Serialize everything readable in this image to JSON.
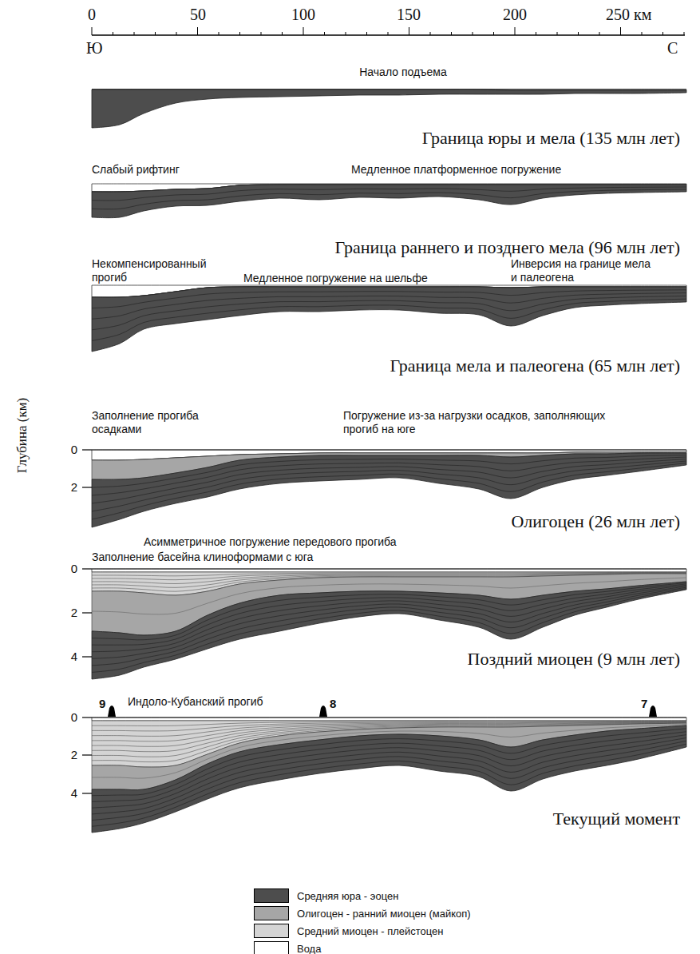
{
  "diagram": {
    "labels": [
      "0",
      "50",
      "100",
      "150",
      "200",
      "250 км",
      "Ю",
      "С",
      "Глубина (км)",
      "Начало подъема",
      "Граница юры и мела (135 млн лет)",
      "Слабый рифтинг",
      "Медленное платформенное погружение",
      "Граница раннего и позднего мела (96 млн лет)",
      "Некомпенсированный прогиб",
      "Медленное погружение на шельфе",
      "Инверсия на границе мела и палеогена",
      "Граница мела и палеогена (65 млн лет)",
      "Заполнение прогиба осадками",
      "Погружение из-за нагрузки осадков, заполняющих прогиб на юге",
      "0",
      "2",
      "Олигоцен (26 млн лет)",
      "Асимметричное погружение передового прогиба",
      "Заполнение басейна клиноформами с юга",
      "0",
      "2",
      "4",
      "Поздний миоцен (9 млн лет)",
      "9",
      "Индоло-Кубанский прогиб",
      "8",
      "7",
      "0",
      "2",
      "4",
      "Текущий момент"
    ],
    "legend": [
      {
        "text": "Средняя юра - эоцен",
        "color": "#4d4d4d"
      },
      {
        "text": "Олигоцен - ранний миоцен (майкоп)",
        "color": "#a6a6a6"
      },
      {
        "text": "Средний миоцен - плейстоцен",
        "color": "#d4d4d4"
      },
      {
        "text": "Вода",
        "color": "#ffffff"
      }
    ]
  }
}
